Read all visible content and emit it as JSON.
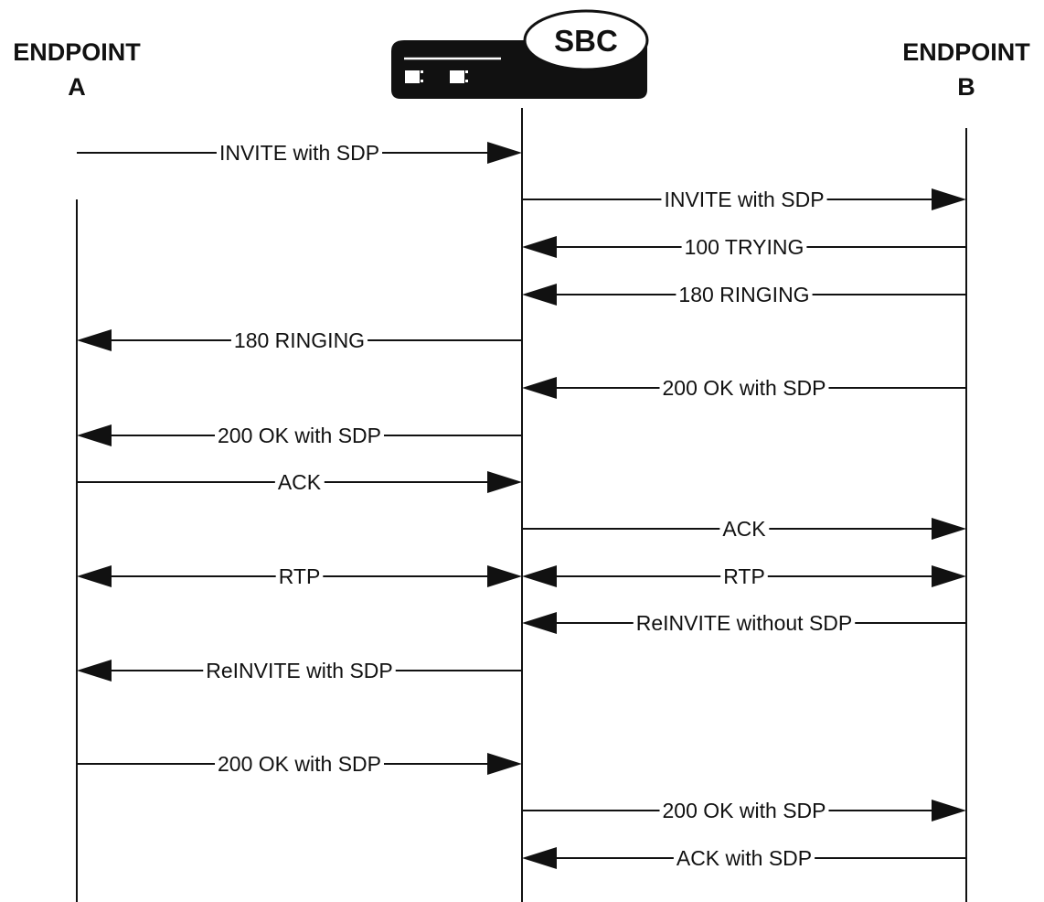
{
  "endpoint_a": {
    "line1": "ENDPOINT",
    "line2": "A"
  },
  "endpoint_b": {
    "line1": "ENDPOINT",
    "line2": "B"
  },
  "sbc": {
    "label": "SBC",
    "icon": "network-appliance-icon"
  },
  "messages": [
    {
      "from": "A",
      "to": "SBC",
      "label": "INVITE with SDP"
    },
    {
      "from": "SBC",
      "to": "B",
      "label": "INVITE with SDP"
    },
    {
      "from": "B",
      "to": "SBC",
      "label": "100 TRYING"
    },
    {
      "from": "B",
      "to": "SBC",
      "label": "180 RINGING"
    },
    {
      "from": "SBC",
      "to": "A",
      "label": "180 RINGING"
    },
    {
      "from": "B",
      "to": "SBC",
      "label": "200 OK with SDP"
    },
    {
      "from": "SBC",
      "to": "A",
      "label": "200 OK with SDP"
    },
    {
      "from": "A",
      "to": "SBC",
      "label": "ACK"
    },
    {
      "from": "SBC",
      "to": "B",
      "label": "ACK"
    },
    {
      "from": "A",
      "to": "SBC",
      "label": "RTP",
      "bidirectional": true
    },
    {
      "from": "SBC",
      "to": "B",
      "label": "RTP",
      "bidirectional": true
    },
    {
      "from": "B",
      "to": "SBC",
      "label": "ReINVITE without SDP"
    },
    {
      "from": "SBC",
      "to": "A",
      "label": "ReINVITE with SDP"
    },
    {
      "from": "A",
      "to": "SBC",
      "label": "200 OK with SDP"
    },
    {
      "from": "SBC",
      "to": "B",
      "label": "200 OK with SDP"
    },
    {
      "from": "B",
      "to": "SBC",
      "label": "ACK with SDP"
    }
  ]
}
